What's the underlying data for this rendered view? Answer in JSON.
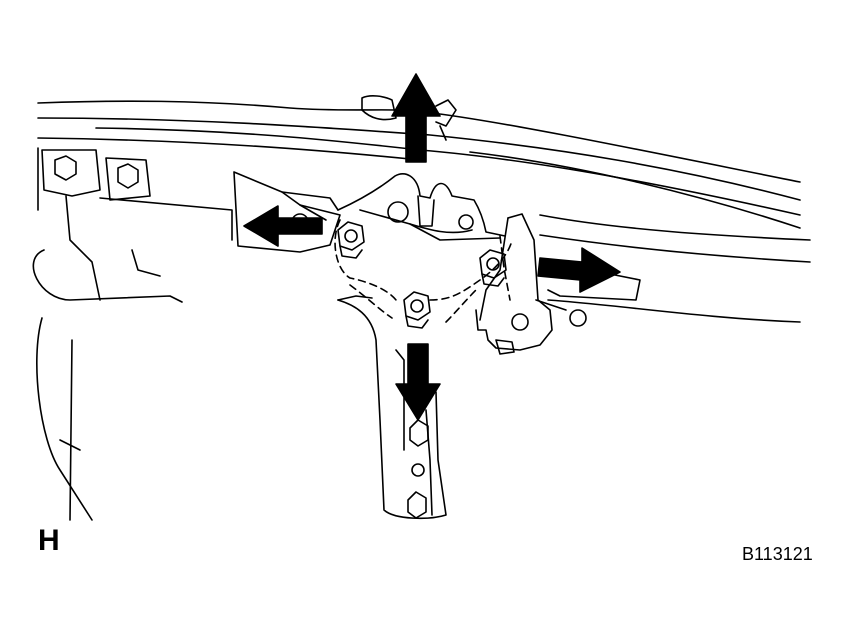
{
  "figure": {
    "view_label": "H",
    "figure_id": "B113121"
  },
  "colors": {
    "line": "#000000",
    "background": "#ffffff",
    "arrow_fill": "#000000"
  },
  "arrows": [
    {
      "name": "arrow-up",
      "direction": "up"
    },
    {
      "name": "arrow-left",
      "direction": "left"
    },
    {
      "name": "arrow-right",
      "direction": "right"
    },
    {
      "name": "arrow-down",
      "direction": "down"
    }
  ],
  "icons": [
    "bolt-icon",
    "direction-arrow-icon"
  ]
}
